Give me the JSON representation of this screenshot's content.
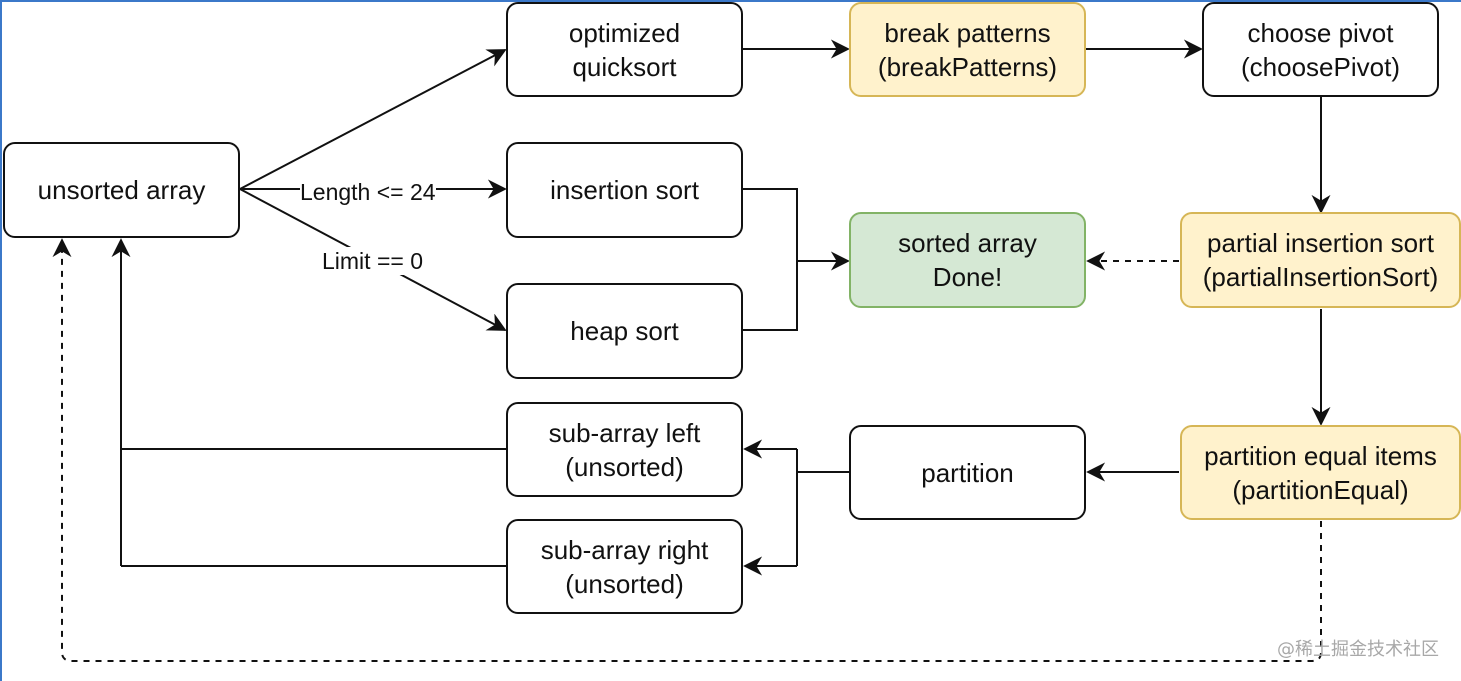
{
  "nodes": {
    "unsorted_array": "unsorted array",
    "optimized_quicksort": [
      "optimized",
      "quicksort"
    ],
    "break_patterns": [
      "break patterns",
      "(breakPatterns)"
    ],
    "choose_pivot": [
      "choose pivot",
      "(choosePivot)"
    ],
    "insertion_sort": "insertion sort",
    "heap_sort": "heap sort",
    "sorted_array": [
      "sorted array",
      "Done!"
    ],
    "partial_insertion_sort": [
      "partial insertion sort",
      "(partialInsertionSort)"
    ],
    "sub_array_left": [
      "sub-array left",
      "(unsorted)"
    ],
    "sub_array_right": [
      "sub-array right",
      "(unsorted)"
    ],
    "partition": "partition",
    "partition_equal_items": [
      "partition equal items",
      "(partitionEqual)"
    ]
  },
  "edge_labels": {
    "length_condition": "Length <= 24",
    "limit_condition": "Limit == 0"
  },
  "watermark": "@稀土掘金技术社区",
  "colors": {
    "frame": "#3b78c9",
    "node_border": "#111111",
    "yellow_fill": "#fff2cc",
    "yellow_border": "#d6b656",
    "green_fill": "#d5e8d4",
    "green_border": "#82b366"
  }
}
